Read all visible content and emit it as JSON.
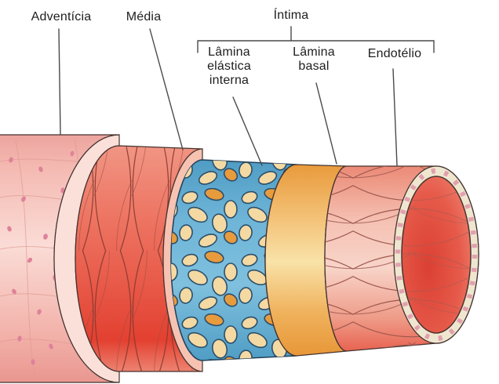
{
  "figure": {
    "description": "Diagrama das camadas da parede de uma arteria (corte em telescopio)",
    "labels": {
      "adventicia": "Adventícia",
      "media": "Média",
      "intima": "Íntima",
      "lamina_elastica_interna": "Lâmina\nelástica\ninterna",
      "lamina_basal": "Lâmina\nbasal",
      "endotelio": "Endotélio"
    },
    "colors": {
      "adventitia_pink": "#f8d2cc",
      "adventitia_dot": "#de8299",
      "media_red": "#e85a49",
      "media_rim": "#f6c2b2",
      "elastic_lamina_blue": "#6fb5d8",
      "elastic_blob_cream": "#f4d9a3",
      "elastic_blob_orange": "#e89b3d",
      "basal_lamina_orange": "#f0b35e",
      "endothelium_pink": "#f5c4b6",
      "endothelium_rim_cream": "#efe6d0",
      "nucleus_pink": "#e2a0ad",
      "lumen_red": "#db4033",
      "outline": "#44322e",
      "leader_line": "#4a4a4a",
      "label_text": "#1e1e1e",
      "background": "#ffffff"
    }
  }
}
